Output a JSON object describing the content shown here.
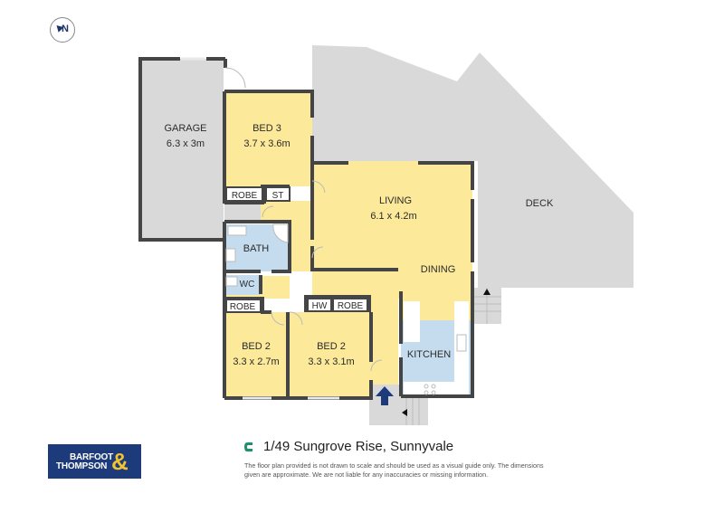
{
  "compass": {
    "label": "N"
  },
  "rooms": {
    "garage": {
      "name": "GARAGE",
      "dims": "6.3 x 3m"
    },
    "bed3": {
      "name": "BED 3",
      "dims": "3.7 x 3.6m"
    },
    "robe_bed3": {
      "name": "ROBE"
    },
    "store": {
      "name": "ST"
    },
    "bath": {
      "name": "BATH"
    },
    "wc": {
      "name": "WC"
    },
    "living": {
      "name": "LIVING",
      "dims": "6.1 x 4.2m"
    },
    "dining": {
      "name": "DINING"
    },
    "deck": {
      "name": "DECK"
    },
    "kitchen": {
      "name": "KITCHEN"
    },
    "robe_bed2a": {
      "name": "ROBE"
    },
    "hw": {
      "name": "HW"
    },
    "robe_bed2b": {
      "name": "ROBE"
    },
    "bed2a": {
      "name": "BED 2",
      "dims": "3.3 x 2.7m"
    },
    "bed2b": {
      "name": "BED 2",
      "dims": "3.3 x 3.1m"
    }
  },
  "colors": {
    "living_fill": "#fce99a",
    "wet_fill": "#c5dcee",
    "outdoor_fill": "#d9d9d9",
    "wall": "#454545",
    "entry_arrow": "#1d3a7a",
    "brand_navy": "#1d3a7a",
    "brand_gold": "#f0c330",
    "address_icon": "#1f8f6f"
  },
  "branding": {
    "line1": "BARFOOT",
    "line2": "THOMPSON",
    "amp": "&"
  },
  "footer": {
    "address": "1/49 Sungrove Rise, Sunnyvale",
    "disclaimer": "The floor plan provided is not drawn to scale and should be used as a visual guide only. The dimensions given are approximate. We are not liable for any inaccuracies or missing information."
  }
}
